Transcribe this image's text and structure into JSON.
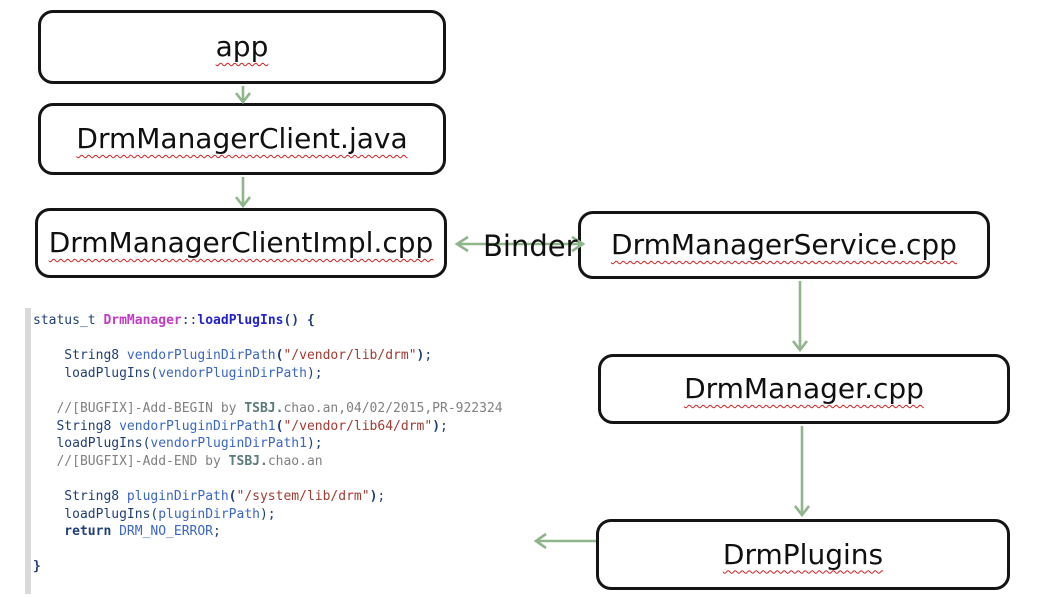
{
  "diagram": {
    "boxes": [
      {
        "id": "app",
        "label": "app"
      },
      {
        "id": "client-java",
        "label": "DrmManagerClient.java"
      },
      {
        "id": "client-impl",
        "label": "DrmManagerClientImpl.cpp"
      },
      {
        "id": "service",
        "label": "DrmManagerService.cpp"
      },
      {
        "id": "manager",
        "label": "DrmManager.cpp"
      },
      {
        "id": "plugins",
        "label": "DrmPlugins"
      }
    ],
    "binder_label": "Binder"
  },
  "code": {
    "lines": [
      [
        {
          "t": "status_t ",
          "c": "nv"
        },
        {
          "t": "DrmManager",
          "c": "mg"
        },
        {
          "t": "::",
          "c": "nv"
        },
        {
          "t": "loadPlugIns",
          "c": "bl"
        },
        {
          "t": "() {",
          "c": "nvb"
        }
      ],
      [],
      [
        {
          "t": "    String8 ",
          "c": "nv"
        },
        {
          "t": "vendorPluginDirPath",
          "c": "id"
        },
        {
          "t": "(",
          "c": "nvb"
        },
        {
          "t": "\"/vendor/lib/drm\"",
          "c": "st"
        },
        {
          "t": ")",
          "c": "nvb"
        },
        {
          "t": ";",
          "c": "nv"
        }
      ],
      [
        {
          "t": "    loadPlugIns(",
          "c": "nv"
        },
        {
          "t": "vendorPluginDirPath",
          "c": "id"
        },
        {
          "t": ");",
          "c": "nv"
        }
      ],
      [],
      [
        {
          "t": "   //[BUGFIX]-Add-BEGIN by ",
          "c": "cm"
        },
        {
          "t": "TSBJ.",
          "c": "cmb"
        },
        {
          "t": "chao.an,04/02/2015,PR-922324",
          "c": "cm"
        }
      ],
      [
        {
          "t": "   String8 ",
          "c": "nv"
        },
        {
          "t": "vendorPluginDirPath1",
          "c": "id"
        },
        {
          "t": "(",
          "c": "nvb"
        },
        {
          "t": "\"/vendor/lib64/drm\"",
          "c": "st"
        },
        {
          "t": ")",
          "c": "nvb"
        },
        {
          "t": ";",
          "c": "nv"
        }
      ],
      [
        {
          "t": "   loadPlugIns(",
          "c": "nv"
        },
        {
          "t": "vendorPluginDirPath1",
          "c": "id"
        },
        {
          "t": ");",
          "c": "nv"
        }
      ],
      [
        {
          "t": "   //[BUGFIX]-Add-END by ",
          "c": "cm"
        },
        {
          "t": "TSBJ.",
          "c": "cmb"
        },
        {
          "t": "chao.an",
          "c": "cm"
        }
      ],
      [],
      [
        {
          "t": "    String8 ",
          "c": "nv"
        },
        {
          "t": "pluginDirPath",
          "c": "id"
        },
        {
          "t": "(",
          "c": "nvb"
        },
        {
          "t": "\"/system/lib/drm\"",
          "c": "st"
        },
        {
          "t": ")",
          "c": "nvb"
        },
        {
          "t": ";",
          "c": "nv"
        }
      ],
      [
        {
          "t": "    loadPlugIns(",
          "c": "nv"
        },
        {
          "t": "pluginDirPath",
          "c": "id"
        },
        {
          "t": ");",
          "c": "nv"
        }
      ],
      [
        {
          "t": "    return ",
          "c": "nvb"
        },
        {
          "t": "DRM_NO_ERROR",
          "c": "id"
        },
        {
          "t": ";",
          "c": "nv"
        }
      ],
      [],
      [
        {
          "t": "}",
          "c": "nvb"
        }
      ]
    ]
  },
  "colors": {
    "arrow_green": "#8fb58a",
    "box_border": "#141414",
    "squiggle_red": "#d02020",
    "keyword_navy": "#1f3f77",
    "class_magenta": "#c03bc4",
    "function_blue": "#2222cf",
    "identifier_blue": "#3a66c4",
    "string_red": "#a03b32",
    "comment_gray": "#808080",
    "gutter_gray": "#d9d9d9"
  }
}
